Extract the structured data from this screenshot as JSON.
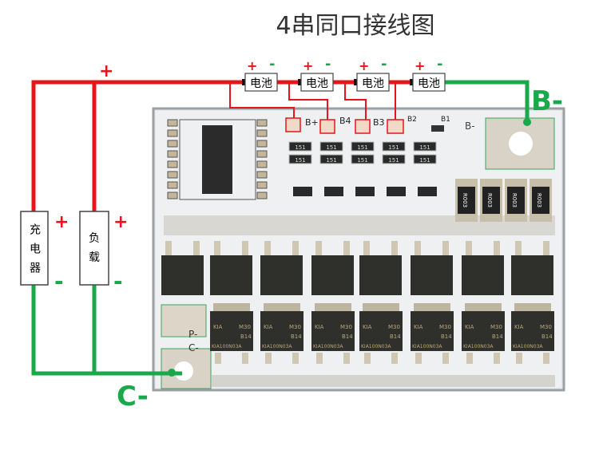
{
  "title": "4串同口接线图",
  "colors": {
    "positive": "#e8141b",
    "negative": "#1aa94a",
    "board": "#e9ecee",
    "chip": "#2b2b2b"
  },
  "batteries": [
    {
      "label": "电池",
      "plus": "+",
      "minus": "-"
    },
    {
      "label": "电池",
      "plus": "+",
      "minus": "-"
    },
    {
      "label": "电池",
      "plus": "+",
      "minus": "-"
    },
    {
      "label": "电池",
      "plus": "+",
      "minus": "-"
    }
  ],
  "top_plus": "+",
  "charger": {
    "label": "充电器",
    "chars": [
      "充",
      "电",
      "器"
    ],
    "plus": "+",
    "minus": "-"
  },
  "load": {
    "label": "负载",
    "chars": [
      "负",
      "载"
    ],
    "plus": "+",
    "minus": "-"
  },
  "big_labels": {
    "b_minus": "B-",
    "c_minus": "C-"
  },
  "board": {
    "pads": [
      "B+",
      "B4",
      "B3",
      "B2",
      "B1",
      "B-"
    ],
    "p_minus": "P-",
    "c_minus": "C-",
    "resistor_marking": "151",
    "shunt_marking": "R003",
    "mosfet_top": [
      "KIA",
      "M30",
      "B14",
      "KIA100N03A"
    ]
  }
}
